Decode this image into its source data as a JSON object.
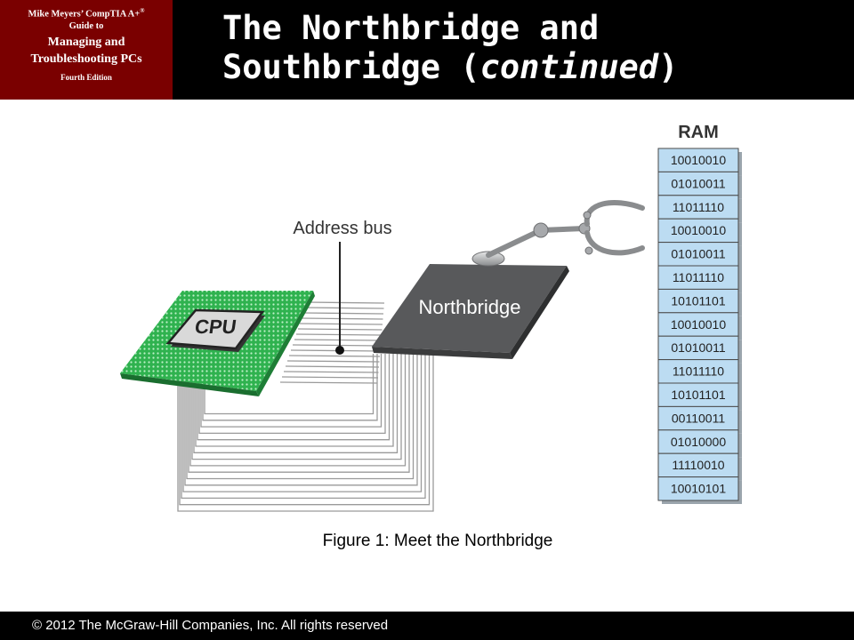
{
  "header": {
    "book": {
      "line1": "Mike Meyers’ CompTIA A+",
      "reg": "®",
      "line2": "Guide to",
      "line3": "Managing and",
      "line4": "Troubleshooting PCs",
      "line5": "Fourth Edition"
    },
    "title_line1": "The Northbridge and",
    "title_line2_prefix": "Southbridge (",
    "title_line2_italic": "continued",
    "title_line2_suffix": ")"
  },
  "diagram": {
    "cpu_label": "CPU",
    "northbridge_label": "Northbridge",
    "address_bus_label": "Address bus",
    "ram_label": "RAM",
    "ram_rows": [
      "10010010",
      "01010011",
      "11011110",
      "10010010",
      "01010011",
      "11011110",
      "10101101",
      "10010010",
      "01010011",
      "11011110",
      "10101101",
      "00110011",
      "01010000",
      "11110010",
      "10010101"
    ],
    "colors": {
      "cpu_board": "#2fb24f",
      "northbridge": "#58595b",
      "ram_cell": "#bcdcf2",
      "ram_border": "#4a4a4a"
    }
  },
  "caption": "Figure 1: Meet the Northbridge",
  "footer": {
    "copyright": "© 2012 The McGraw-Hill Companies, Inc. All rights reserved"
  }
}
